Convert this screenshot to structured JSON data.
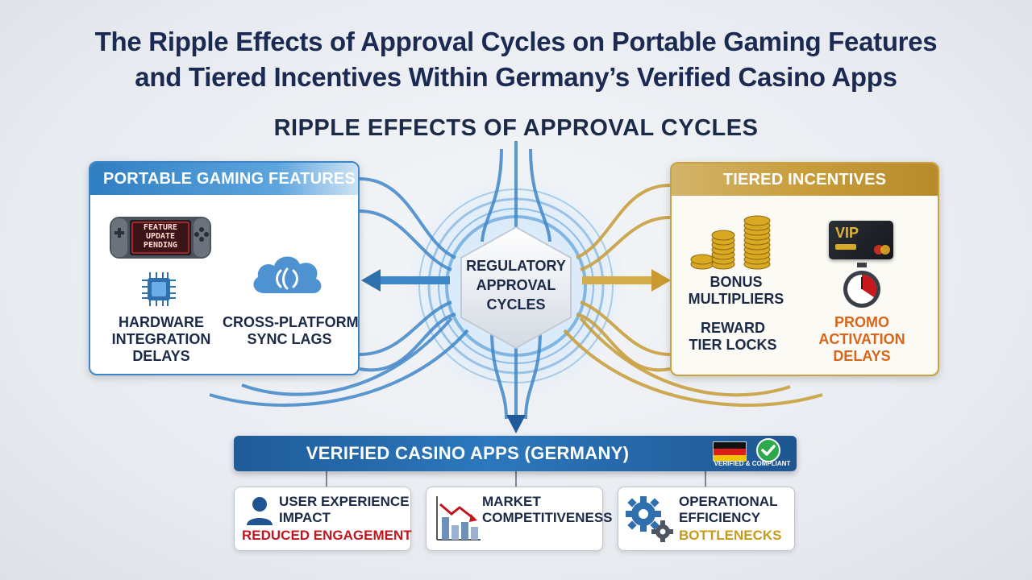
{
  "title": {
    "line1": "The Ripple Effects of Approval Cycles on Portable Gaming Features",
    "line2": "and Tiered Incentives Within Germany’s Verified Casino Apps"
  },
  "diagram_title": "RIPPLE EFFECTS OF APPROVAL CYCLES",
  "center": {
    "line1": "REGULATORY",
    "line2": "APPROVAL",
    "line3": "CYCLES"
  },
  "left_panel": {
    "header": "PORTABLE GAMING FEATURES",
    "device_screen": {
      "line1": "FEATURE",
      "line2": "UPDATE",
      "line3": "PENDING"
    },
    "hardware": {
      "line1": "HARDWARE",
      "line2": "INTEGRATION",
      "line3": "DELAYS"
    },
    "sync": {
      "line1": "CROSS-PLATFORM",
      "line2": "SYNC LAGS"
    },
    "icons": [
      "handheld-console-icon",
      "chip-icon",
      "cloud-sync-icon"
    ]
  },
  "right_panel": {
    "header": "TIERED INCENTIVES",
    "vip_card_text": "VIP",
    "bonus": {
      "line1": "BONUS",
      "line2": "MULTIPLIERS"
    },
    "reward": {
      "line1": "REWARD",
      "line2": "TIER LOCKS"
    },
    "promo": {
      "line1": "PROMO",
      "line2": "ACTIVATION",
      "line3": "DELAYS"
    },
    "icons": [
      "coin-stacks-icon",
      "vip-card-icon",
      "stopwatch-icon"
    ]
  },
  "apps_bar": {
    "label": "VERIFIED CASINO APPS (GERMANY)",
    "badge": "VERIFIED & COMPLIANT",
    "icons": [
      "german-flag-icon",
      "check-badge-icon"
    ]
  },
  "impacts": [
    {
      "line1": "USER EXPERIENCE",
      "line2": "IMPACT",
      "line3": "REDUCED ENGAGEMENT",
      "icon": "user-icon"
    },
    {
      "line1": "MARKET",
      "line2": "COMPETITIVENESS",
      "icon": "bar-chart-icon"
    },
    {
      "line1": "OPERATIONAL",
      "line2": "EFFICIENCY",
      "line3": "BOTTLENECKS",
      "icon": "gears-icon"
    }
  ],
  "colors": {
    "title": "#1b2a52",
    "blue_accent": "#2f7ec2",
    "gold_accent": "#c89d3b",
    "red_text": "#c0171f",
    "gold_text": "#c89a1a",
    "orange_text": "#d7661a",
    "bar_blue": "#1f5b98"
  }
}
